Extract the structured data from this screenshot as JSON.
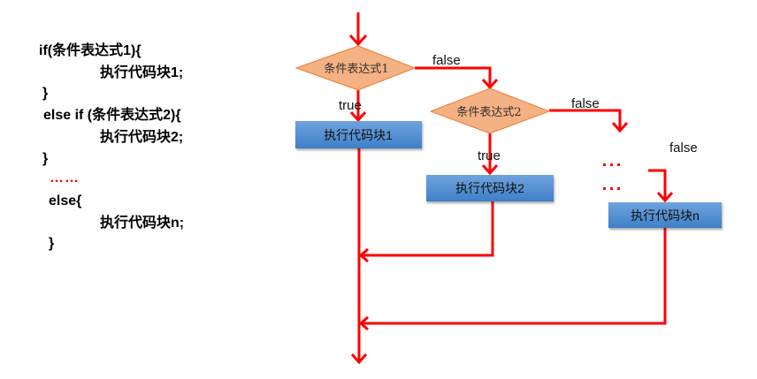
{
  "code": {
    "lines": [
      "if(条件表达式1){",
      "执行代码块1;",
      "}",
      "else if (条件表达式2){",
      "执行代码块2;",
      "}",
      "……",
      "else{",
      "执行代码块n;",
      "}"
    ]
  },
  "flowchart": {
    "conditions": [
      {
        "label": "条件表达式1"
      },
      {
        "label": "条件表达式2"
      }
    ],
    "blocks": [
      {
        "label": "执行代码块1"
      },
      {
        "label": "执行代码块2"
      },
      {
        "label": "执行代码块n"
      }
    ],
    "edge_labels": {
      "true1": "true",
      "false1": "false",
      "true2": "true",
      "false2": "false",
      "false3": "false"
    },
    "ellipsis": [
      "…",
      "…"
    ],
    "colors": {
      "arrow": "#ff0000",
      "diamond_fill": "#f4b183",
      "diamond_stroke": "#ed7d31",
      "box_top": "#6fa3dd",
      "box_bottom": "#3f7fc8"
    }
  }
}
